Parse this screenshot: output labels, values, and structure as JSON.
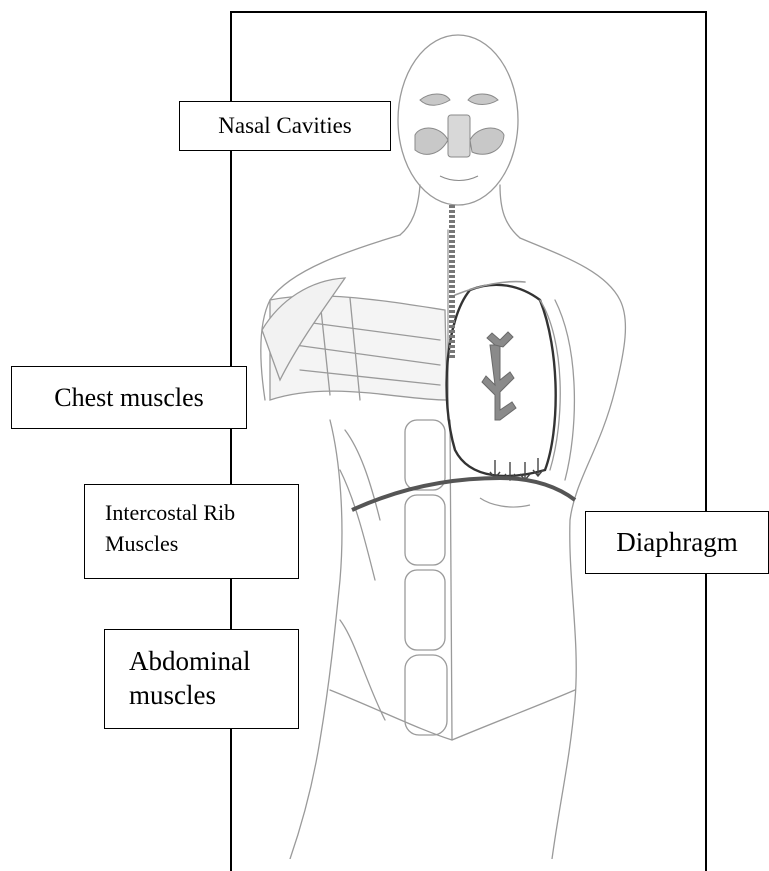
{
  "labels": {
    "nasal_cavities": "Nasal Cavities",
    "chest_muscles": "Chest muscles",
    "intercostal_line1": "Intercostal Rib",
    "intercostal_line2": "Muscles",
    "diaphragm": "Diaphragm",
    "abdominal_line1": "Abdominal",
    "abdominal_line2": "muscles"
  },
  "colors": {
    "outline": "#000000",
    "sketch": "#9a9a9a",
    "shade": "#c8c8c8",
    "airway": "#8a8a8a",
    "diaphragm": "#555555"
  }
}
